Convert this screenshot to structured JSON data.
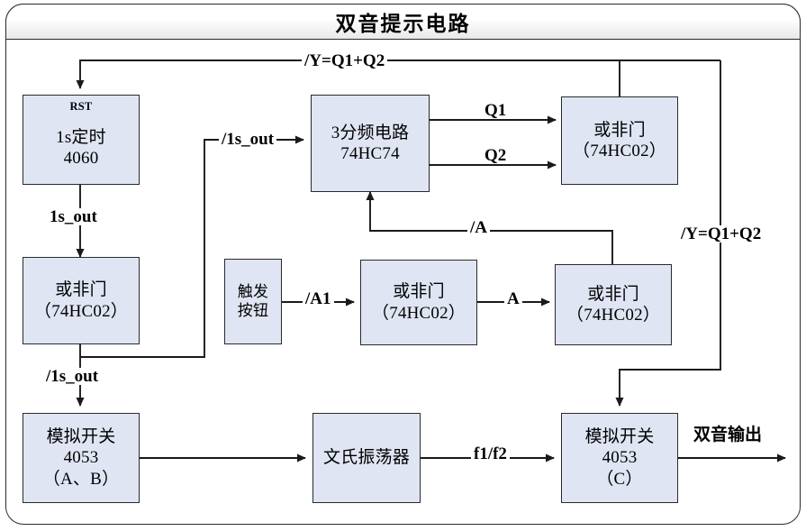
{
  "diagram": {
    "title": "双音提示电路",
    "type": "block-diagram",
    "nodes": [
      {
        "id": "timer",
        "label_top": "RST",
        "lines": [
          "1s定时",
          "4060"
        ]
      },
      {
        "id": "nor1",
        "lines": [
          "或非门",
          "（74HC02）"
        ]
      },
      {
        "id": "divider",
        "lines": [
          "3分频电路",
          "74HC74"
        ]
      },
      {
        "id": "nor_top",
        "lines": [
          "或非门",
          "（74HC02）"
        ]
      },
      {
        "id": "button",
        "lines": [
          "触发",
          "按钮"
        ]
      },
      {
        "id": "nor2",
        "lines": [
          "或非门",
          "（74HC02）"
        ]
      },
      {
        "id": "nor3",
        "lines": [
          "或非门",
          "（74HC02）"
        ]
      },
      {
        "id": "switch_ab",
        "lines": [
          "模拟开关",
          "4053",
          "（A、B）"
        ]
      },
      {
        "id": "oscillator",
        "lines": [
          "文氏振荡器"
        ]
      },
      {
        "id": "switch_c",
        "lines": [
          "模拟开关",
          "4053",
          "（C）"
        ]
      }
    ],
    "edge_labels": {
      "feedback_top": "/Y=Q1+Q2",
      "feedback_right": "/Y=Q1+Q2",
      "one_s_out": "1s_out",
      "not_one_s_out_right": "/1s_out",
      "not_one_s_out_left": "/1s_out",
      "q1": "Q1",
      "q2": "Q2",
      "not_a": "/A",
      "not_a1": "/A1",
      "a": "A",
      "f1_f2": "f1/f2",
      "output": "双音输出"
    },
    "colors": {
      "node_fill": "#dfe5f3",
      "stroke": "#2a2a2a",
      "background": "#ffffff",
      "title_gradient_top": "#ffffff",
      "title_gradient_bottom": "#e9e9e9"
    }
  }
}
